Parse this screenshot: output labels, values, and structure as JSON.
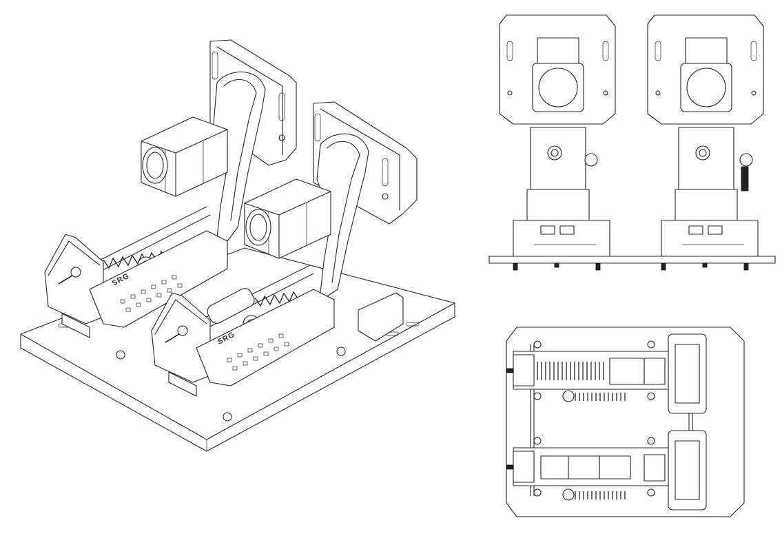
{
  "drawing": {
    "views": [
      {
        "name": "isometric"
      },
      {
        "name": "front"
      },
      {
        "name": "top"
      }
    ],
    "logo_text": "SRG",
    "line_color": "#222222",
    "background_color": "#ffffff"
  }
}
